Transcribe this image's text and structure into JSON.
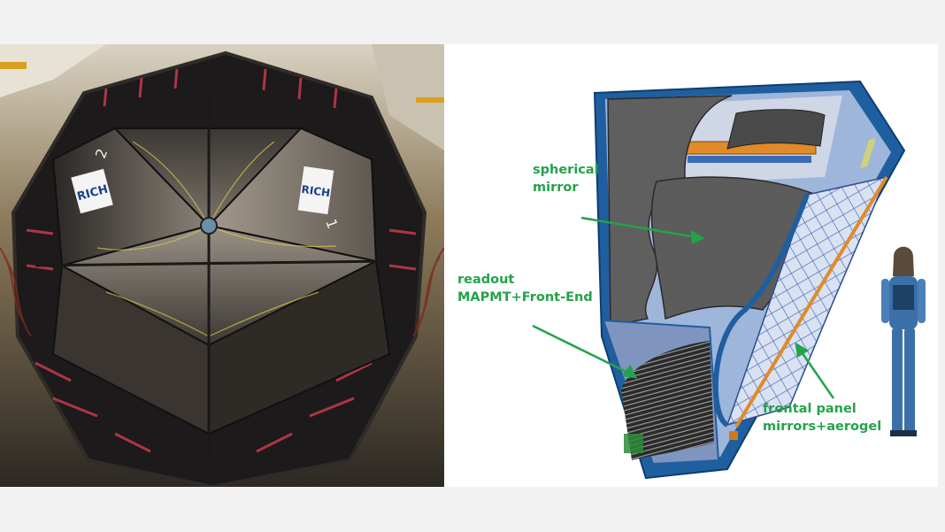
{
  "photo": {
    "sector_labels": [
      "RICH",
      "RICH"
    ],
    "sector_numbers": [
      "2",
      "1"
    ]
  },
  "cad": {
    "labels": {
      "spherical_mirror": "spherical\nmirror",
      "readout": "readout\nMAPMT+Front-End",
      "frontal_panel": "frontal panel\nmirrors+aerogel"
    }
  },
  "colors": {
    "label_green": "#24a24a",
    "frame_blue": "#1f5fa0",
    "mirror_gray": "#5f5f5f"
  }
}
